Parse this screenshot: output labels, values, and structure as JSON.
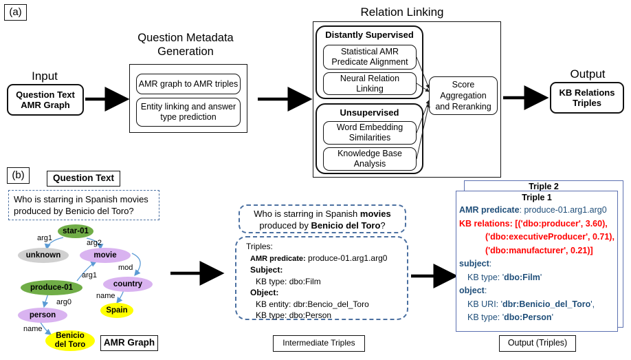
{
  "panel_a": {
    "label": "(a)",
    "relation_linking_title": "Relation Linking",
    "input": {
      "heading": "Input",
      "lines": [
        "Question Text",
        "AMR Graph"
      ]
    },
    "metadata": {
      "title_line1": "Question Metadata",
      "title_line2": "Generation",
      "item1": "AMR graph to AMR triples",
      "item2_line1": "Entity linking and answer",
      "item2_line2": "type prediction"
    },
    "distant": {
      "title": "Distantly Supervised",
      "item1_line1": "Statistical AMR",
      "item1_line2": "Predicate Alignment",
      "item2_line1": "Neural Relation",
      "item2_line2": "Linking"
    },
    "unsup": {
      "title": "Unsupervised",
      "item1_line1": "Word Embedding",
      "item1_line2": "Similarities",
      "item2_line1": "Knowledge Base",
      "item2_line2": "Analysis"
    },
    "score": {
      "line1": "Score",
      "line2": "Aggregation",
      "line3": "and Reranking"
    },
    "output": {
      "heading": "Output",
      "lines": [
        "KB Relations",
        "Triples"
      ]
    }
  },
  "panel_b": {
    "label": "(b)",
    "question_text_heading": "Question Text",
    "question_line1": "Who is starring in Spanish movies",
    "question_line2": "produced by Benicio del Toro?",
    "amr_graph_label": "AMR Graph",
    "amr_nodes": {
      "star": "star-01",
      "unknown": "unknown",
      "movie": "movie",
      "country": "country",
      "produce": "produce-01",
      "spain": "Spain",
      "person": "person",
      "benicio_line1": "Benicio",
      "benicio_line2": "del Toro"
    },
    "amr_edges": {
      "arg1_a": "arg1",
      "arg2": "arg2",
      "mod": "mod",
      "arg1_b": "arg1",
      "name_a": "name",
      "arg0": "arg0",
      "name_b": "name"
    },
    "intermediate": {
      "q_line1_pre": "Who is starring in Spanish ",
      "q_line1_bold": "movies",
      "q_line2_pre": "produced by ",
      "q_line2_bold": "Benicio del Toro",
      "q_line2_post": "?",
      "triples_label": "Triples:",
      "amr_pred_label": "AMR predicate:",
      "amr_pred_value": "produce-01.arg1.arg0",
      "subject_label": "Subject:",
      "subject_kb_type": "KB type: dbo:Film",
      "object_label": "Object:",
      "object_kb_entity": "KB entity: dbr:Bencio_del_Toro",
      "object_kb_type": "KB type: dbo:Person",
      "caption": "Intermediate Triples"
    },
    "output_triples": {
      "triple2_title": "Triple 2",
      "triple1_title": "Triple 1",
      "amr_pred_label": "AMR predicate",
      "amr_pred_value": ": produce-01.arg1.arg0",
      "kb_rel_label": "KB relations",
      "kb_rel_line1": ": [('dbo:producer', 3.60),",
      "kb_rel_line2": "('dbo:executiveProducer', 0.71),",
      "kb_rel_line3": "('dbo:manufacturer', 0.21)]",
      "subject_label": "subject",
      "subject_colon": ":",
      "subject_type_pre": "KB type: '",
      "subject_type_val": "dbo:Film",
      "subject_type_post": "'",
      "object_label": "object",
      "object_colon": ":",
      "object_uri_pre": "KB URI: '",
      "object_uri_val": "dbr:Benicio_del_Toro",
      "object_uri_post": "',",
      "object_type_pre": "KB type: '",
      "object_type_val": "dbo:Person",
      "object_type_post": "'",
      "caption": "Output (Triples)"
    }
  },
  "colors": {
    "green": "#70ad47",
    "purple": "#d9b3f0",
    "gray": "#d0d0d0",
    "yellow": "#ffff00",
    "blue_text": "#1f4e79",
    "red_text": "#ff0000",
    "dash_blue": "#4a6fa0",
    "graph_arrow": "#5b9bd5"
  }
}
